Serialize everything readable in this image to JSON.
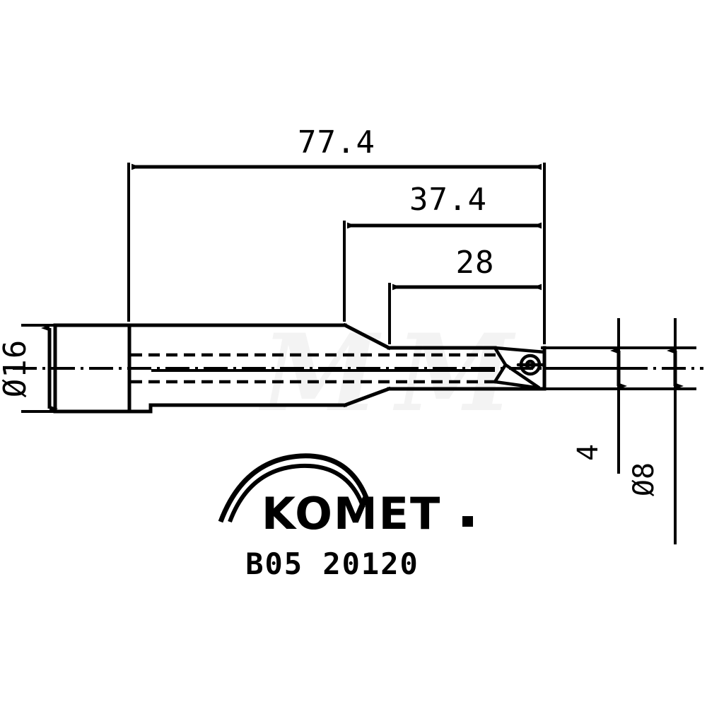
{
  "drawing": {
    "title": "KOMET indexable insert drill technical drawing",
    "brand": "KOMET",
    "brand_dot": ".",
    "part_number": "B05 20120",
    "line_color": "#000000",
    "background_color": "#ffffff",
    "watermark": "M"
  },
  "dimensions": {
    "overall_length": {
      "label": "77.4",
      "name": "overall-length",
      "orientation": "horizontal"
    },
    "flute_plus_taper_length": {
      "label": "37.4",
      "name": "flute-plus-taper-length",
      "orientation": "horizontal"
    },
    "flute_length": {
      "label": "28",
      "name": "flute-length",
      "orientation": "horizontal"
    },
    "shank_diameter": {
      "label": "Ø16",
      "name": "shank-diameter",
      "orientation": "vertical-rotated"
    },
    "tip_width": {
      "label": "4",
      "name": "tip-width",
      "orientation": "vertical-rotated"
    },
    "cutting_diameter": {
      "label": "Ø8",
      "name": "cutting-diameter",
      "orientation": "vertical-rotated"
    }
  }
}
